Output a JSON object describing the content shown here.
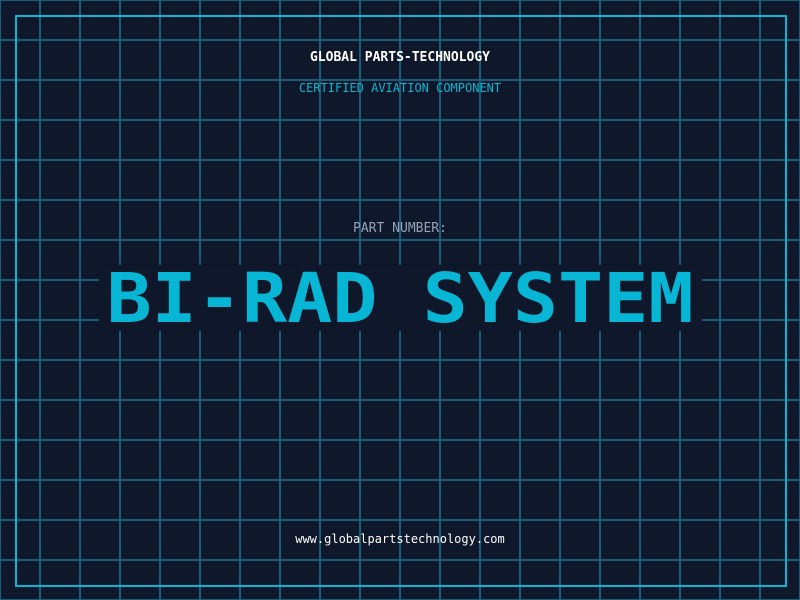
{
  "brand": "GLOBAL PARTS-TECHNOLOGY",
  "subtitle": "CERTIFIED AVIATION COMPONENT",
  "part_label": "PART NUMBER:",
  "part_name": "BI-RAD SYSTEM",
  "website": "www.globalpartstechnology.com",
  "colors": {
    "background": "#0f172a",
    "accent": "#06b6d4",
    "grid": "#155e75"
  }
}
